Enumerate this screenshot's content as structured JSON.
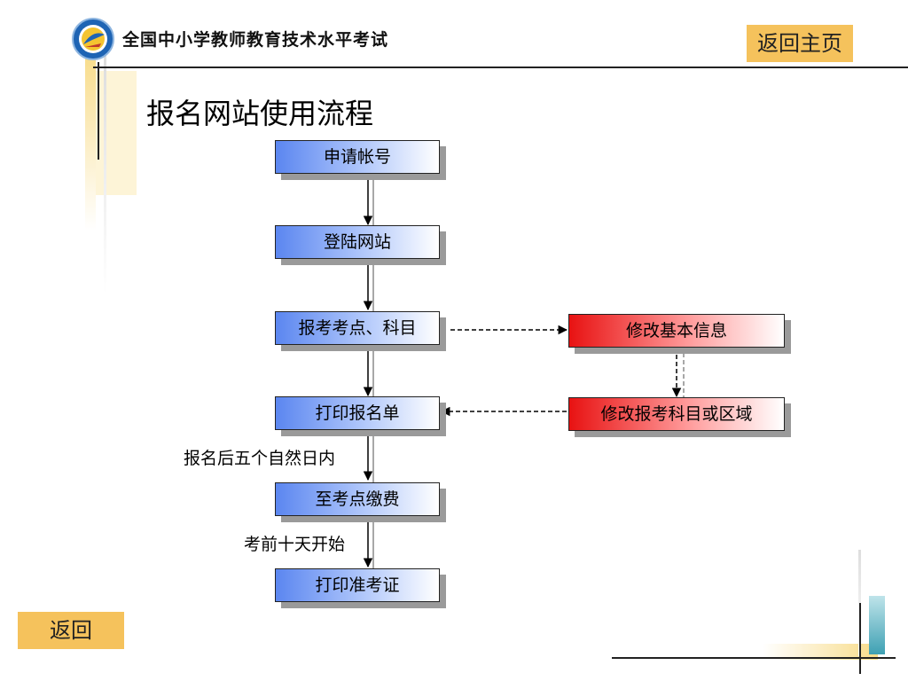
{
  "header": {
    "title": "全国中小学教师教育技术水平考试",
    "logo_icon": "exam-logo-icon"
  },
  "nav": {
    "home_label": "返回主页",
    "back_label": "返回"
  },
  "page": {
    "title": "报名网站使用流程"
  },
  "flow": {
    "steps": [
      {
        "label": "申请帐号"
      },
      {
        "label": "登陆网站"
      },
      {
        "label": "报考考点、科目"
      },
      {
        "label": "打印报名单"
      },
      {
        "label": "至考点缴费"
      },
      {
        "label": "打印准考证"
      }
    ],
    "side_steps": [
      {
        "label": "修改基本信息"
      },
      {
        "label": "修改报考科目或区域"
      }
    ],
    "edge_labels": [
      {
        "label": "报名后五个自然日内"
      },
      {
        "label": "考前十天开始"
      }
    ]
  },
  "colors": {
    "accent": "#f5c25c",
    "step_fill": "#5b86f0",
    "side_step_fill": "#e81212",
    "decor_yellow": "#f8dc8a",
    "decor_teal": "#3ea0b3"
  }
}
